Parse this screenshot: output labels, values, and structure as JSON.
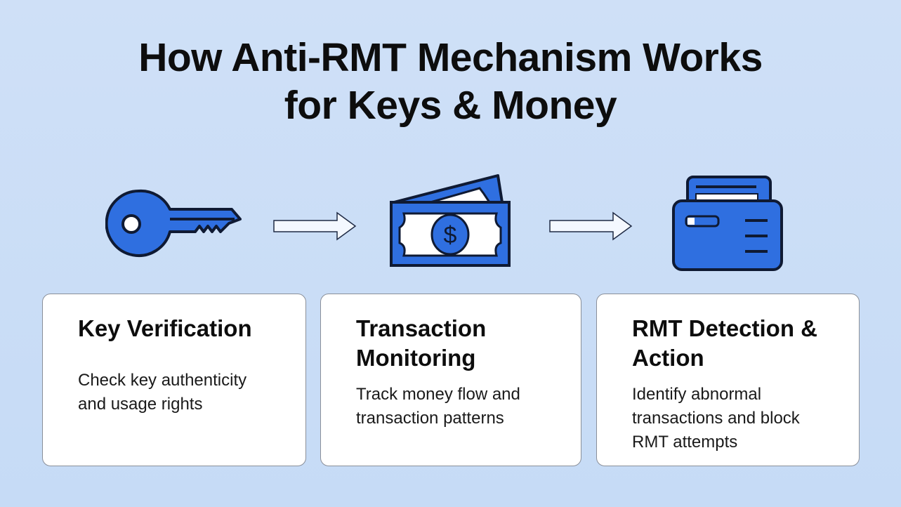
{
  "title": {
    "line1": "How Anti-RMT Mechanism Works",
    "line2": "for Keys & Money"
  },
  "colors": {
    "accent": "#2f6fe0",
    "outline": "#0f1a33",
    "background": "#c9dcf5"
  },
  "icons": [
    "key-icon",
    "arrow-right-icon",
    "money-bill-icon",
    "arrow-right-icon",
    "card-reader-icon"
  ],
  "money_symbol": "$",
  "steps": [
    {
      "title": "Key Verification",
      "description": "Check key authenticity and usage rights"
    },
    {
      "title": "Transaction Monitoring",
      "description": "Track money flow and transaction patterns"
    },
    {
      "title": "RMT Detection & Action",
      "description": "Identify abnormal transactions and block RMT attempts"
    }
  ]
}
